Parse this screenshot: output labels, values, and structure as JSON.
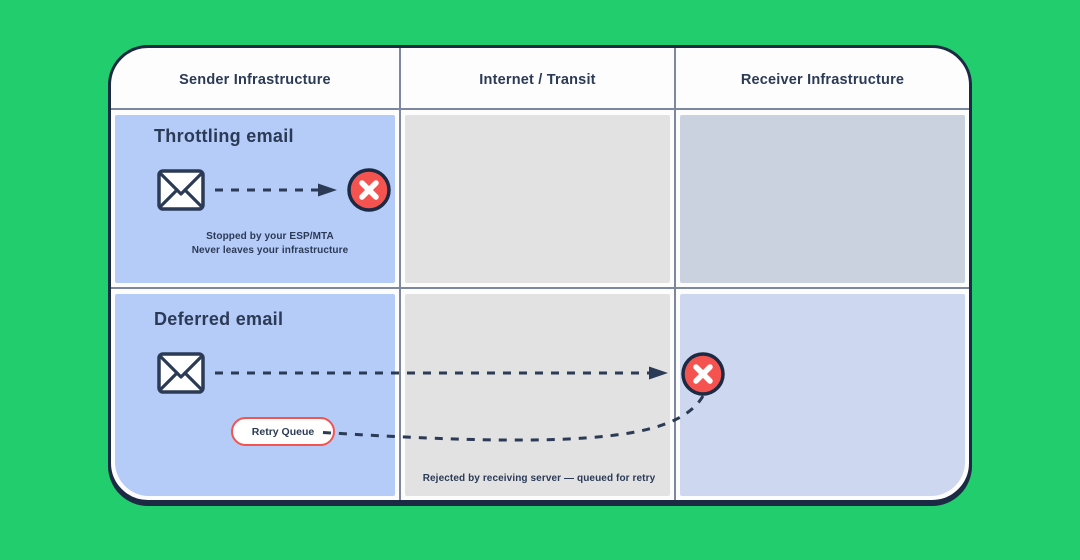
{
  "colors": {
    "page_bg": "#22cd6e",
    "card_bg": "#fdfdfe",
    "card_border": "#1d2a44",
    "divider": "#7d88a0",
    "navy": "#2b3a55",
    "sender_cell": "#b5cbf8",
    "transit_cell": "#e2e2e3",
    "receiver_cell_top": "#cad2e0",
    "receiver_cell_bottom": "#cdd7f0",
    "error_red": "#f4534f",
    "white": "#ffffff"
  },
  "header": {
    "columns": [
      "Sender Infrastructure",
      "Internet / Transit",
      "Receiver Infrastructure"
    ]
  },
  "rows": {
    "throttling": {
      "title": "Throttling email",
      "caption_line1": "Stopped by your ESP/MTA",
      "caption_line2": "Never leaves your infrastructure"
    },
    "deferred": {
      "title": "Deferred email",
      "retry_queue_label": "Retry Queue",
      "caption": "Rejected by receiving server — queued for retry"
    }
  },
  "icons": {
    "envelope": "envelope-icon",
    "error": "x-circle-icon"
  }
}
